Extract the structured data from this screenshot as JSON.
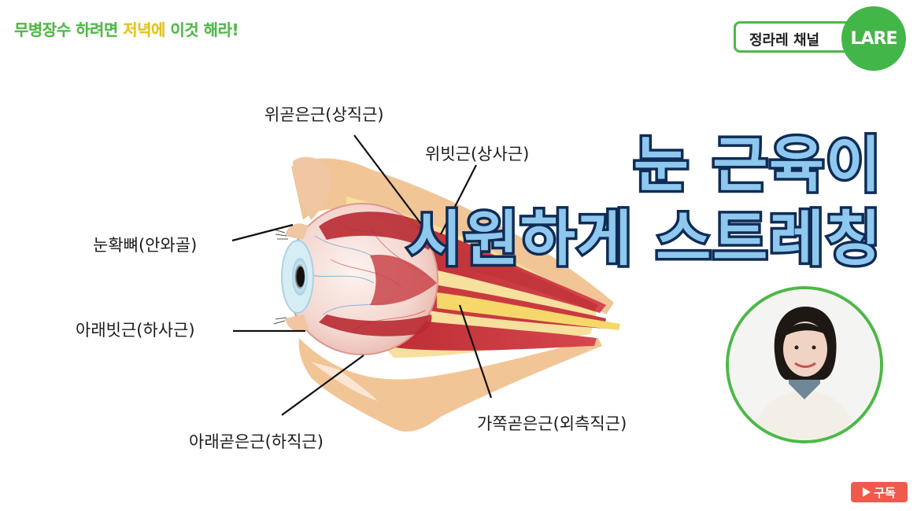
{
  "banner": {
    "part1": "무병장수 하려면",
    "part2": "저녁에",
    "part3": "이것 해라!"
  },
  "channel": {
    "name": "정라레 채널",
    "logo": "LARE"
  },
  "headline": {
    "line1": "눈 근육이",
    "line2": "시원하게 스트레칭"
  },
  "labels": {
    "superior_rectus": "위곧은근(상직근)",
    "superior_oblique": "위빗근(상사근)",
    "orbit": "눈확뼈(안와골)",
    "inferior_oblique": "아래빗근(하사근)",
    "inferior_rectus": "아래곧은근(하직근)",
    "lateral_rectus": "가쪽곧은근(외측직근)"
  },
  "subscribe": {
    "label": "구독"
  },
  "colors": {
    "brand_green": "#4db848",
    "headline_fill": "#8fc8ef",
    "headline_stroke": "#0f2c55",
    "subscribe_red": "#f05a4e"
  }
}
